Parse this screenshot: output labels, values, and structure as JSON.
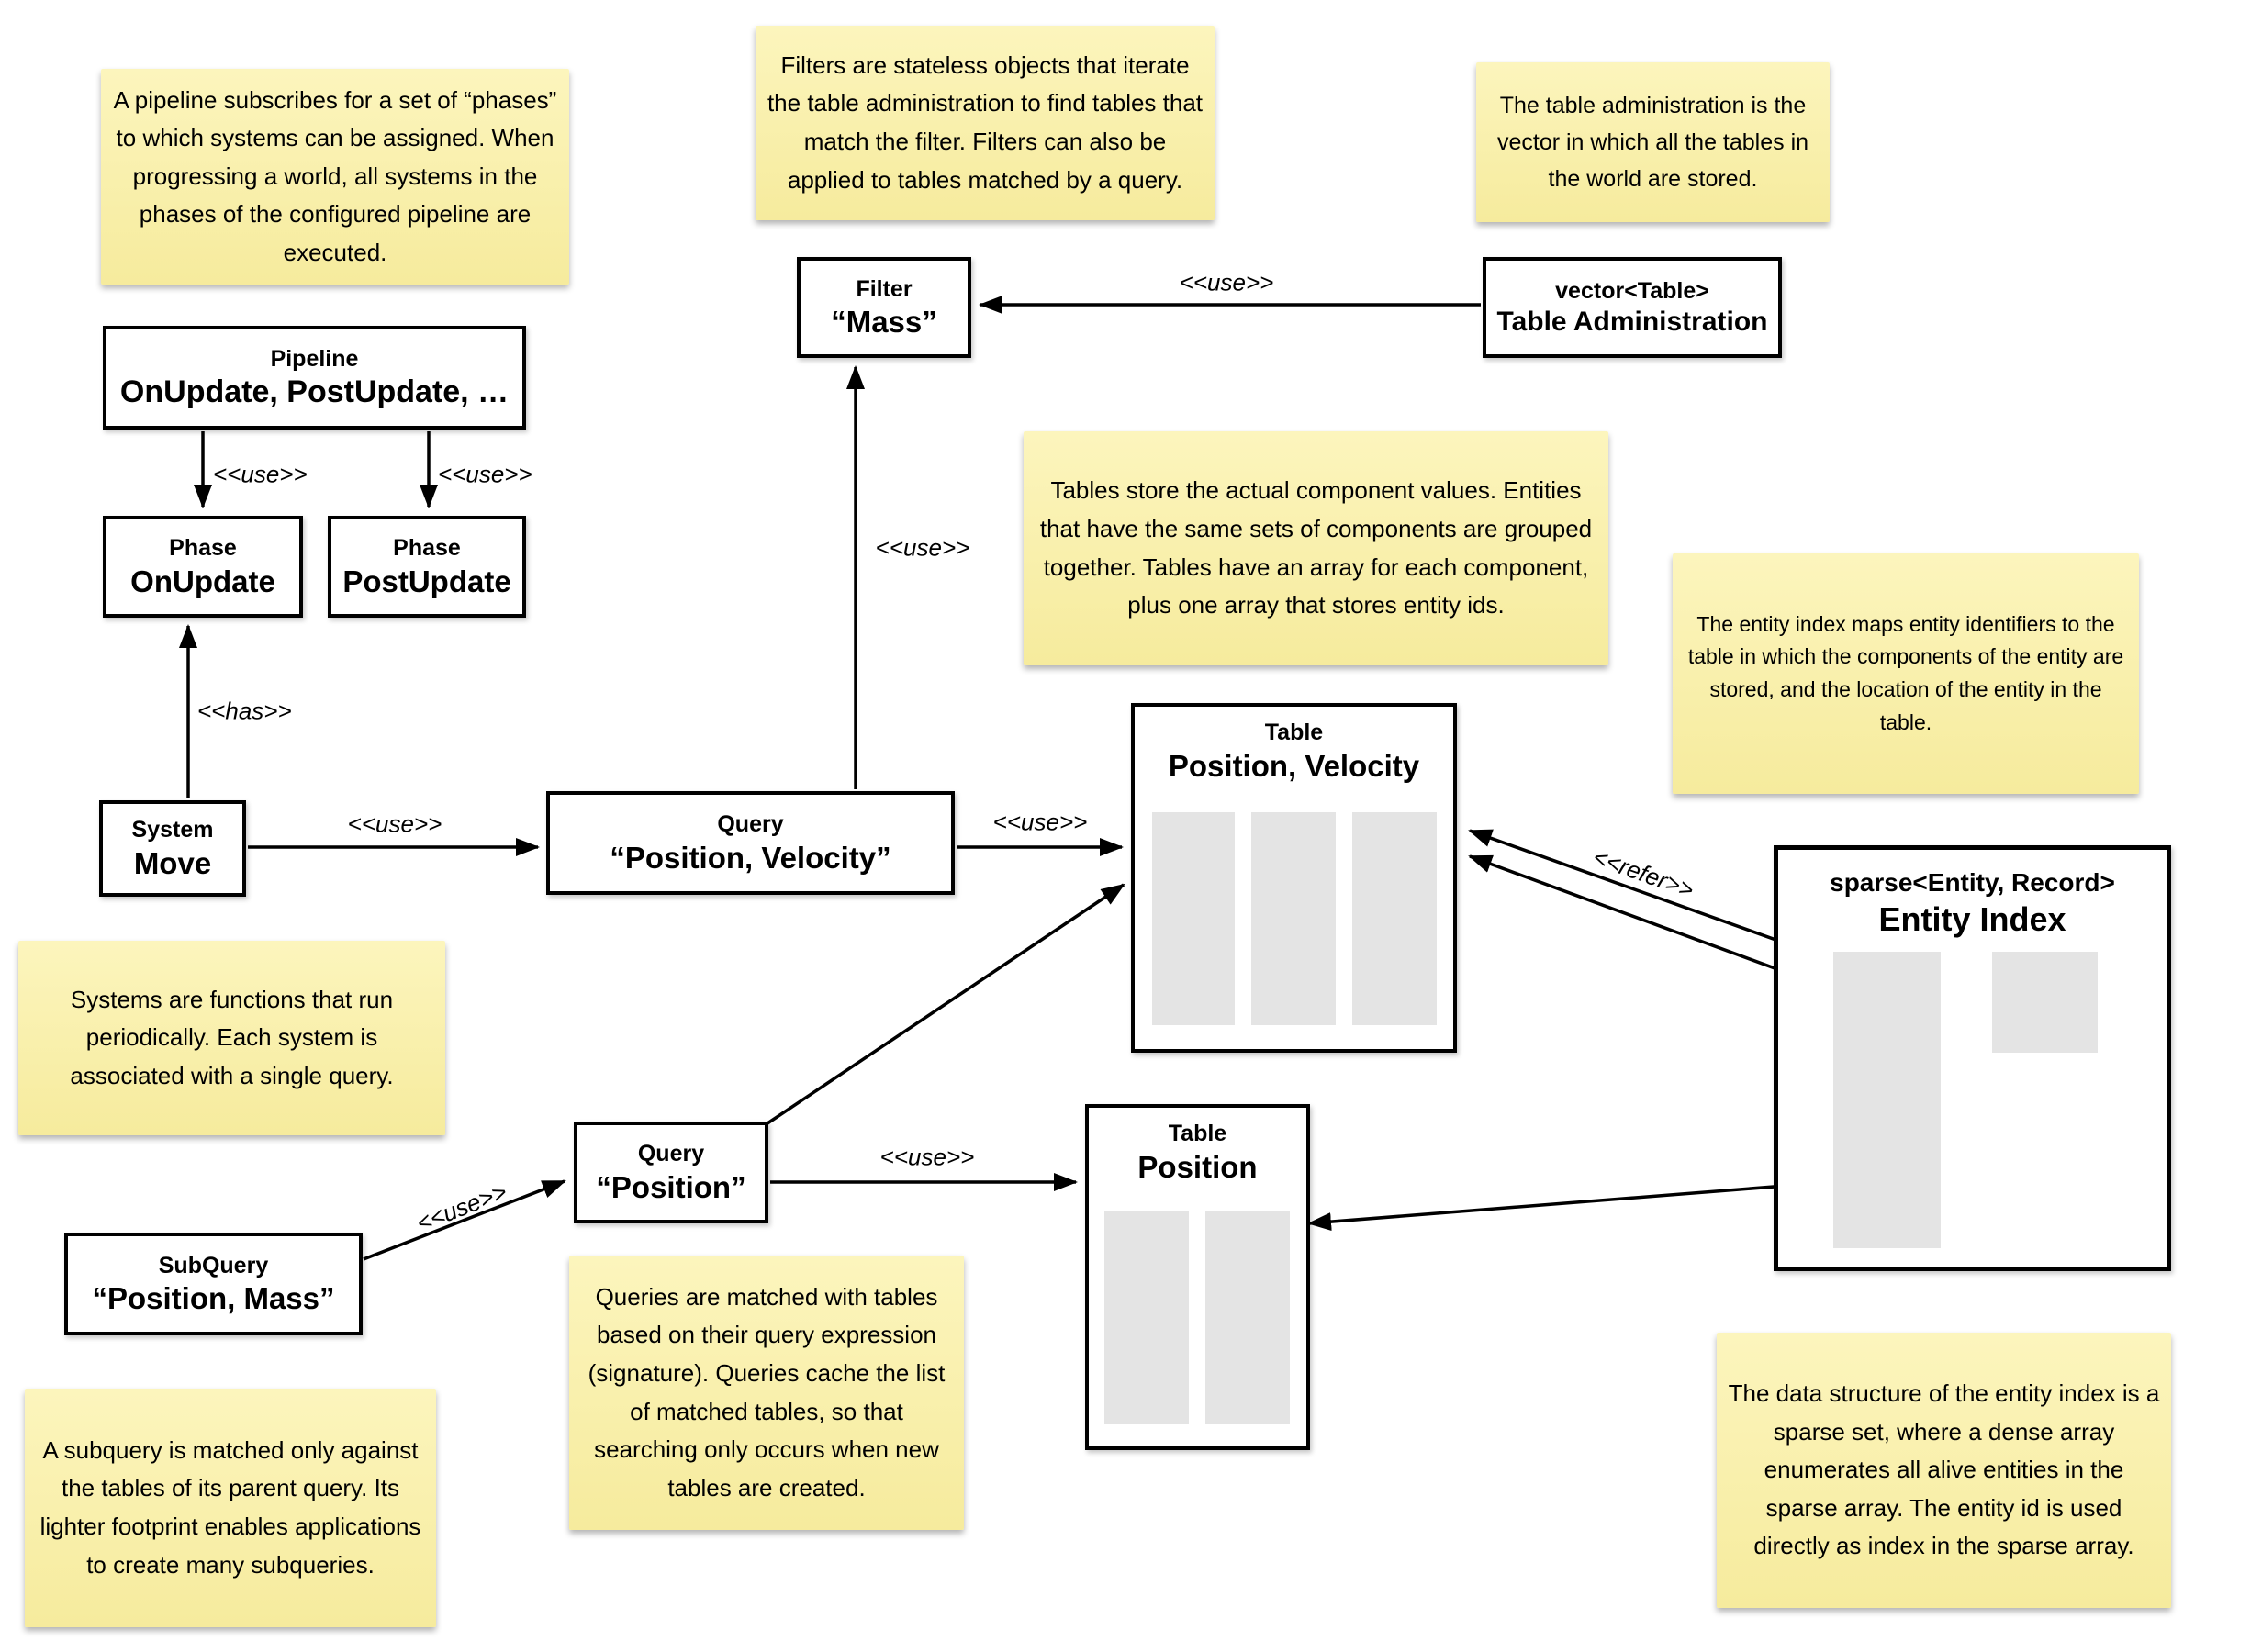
{
  "diagram": {
    "stereotypes": {
      "use": "<<use>>",
      "has": "<<has>>",
      "refer": "<<refer>>"
    },
    "notes": {
      "pipeline": "A pipeline subscribes for a set of “phases” to which systems can be assigned. When progressing a world, all systems in the phases of the configured pipeline are executed.",
      "filters": "Filters are stateless objects that iterate the table administration to find tables that match the filter. Filters can also be applied to tables matched by a query.",
      "table_admin": "The table administration is the vector in which all the tables in the world are stored.",
      "tables": "Tables store the actual component values. Entities that have the same sets of components are grouped together. Tables have an array for each component, plus one array that stores entity ids.",
      "entity_index": "The entity index maps entity identifiers to the table in which the components of the entity are stored, and the location of the entity in the table.",
      "systems": "Systems are functions that run periodically. Each system is associated with a single query.",
      "queries": "Queries are matched with tables based on their query expression (signature). Queries cache the list of matched tables, so that searching only occurs when new tables are created.",
      "subquery": "A subquery is matched only against the tables of its parent query. Its lighter footprint enables applications to create many subqueries.",
      "sparse_set": "The data structure of the entity index is a sparse set, where a dense array enumerates all alive entities in the sparse array. The entity id is used directly as index in the sparse array."
    },
    "boxes": {
      "pipeline": {
        "type": "Pipeline",
        "name": "OnUpdate, PostUpdate, …"
      },
      "phase_onupdate": {
        "type": "Phase",
        "name": "OnUpdate"
      },
      "phase_postupdate": {
        "type": "Phase",
        "name": "PostUpdate"
      },
      "system_move": {
        "type": "System",
        "name": "Move"
      },
      "query_pv": {
        "type": "Query",
        "name": "“Position, Velocity”"
      },
      "filter_mass": {
        "type": "Filter",
        "name": "“Mass”"
      },
      "table_admin": {
        "type": "vector<Table>",
        "name": "Table Administration"
      },
      "table_pv": {
        "type": "Table",
        "name": "Position, Velocity"
      },
      "table_pos": {
        "type": "Table",
        "name": "Position"
      },
      "subquery": {
        "type": "SubQuery",
        "name": "“Position, Mass”"
      },
      "query_pos": {
        "type": "Query",
        "name": "“Position”"
      },
      "entity_index": {
        "type": "sparse<Entity, Record>",
        "name": "Entity Index"
      }
    },
    "colors": {
      "note_top": "#fcf5bd",
      "note_bottom": "#f6eb9d",
      "box_border": "#000000",
      "column_fill": "#e4e4e4",
      "background": "#ffffff"
    }
  }
}
